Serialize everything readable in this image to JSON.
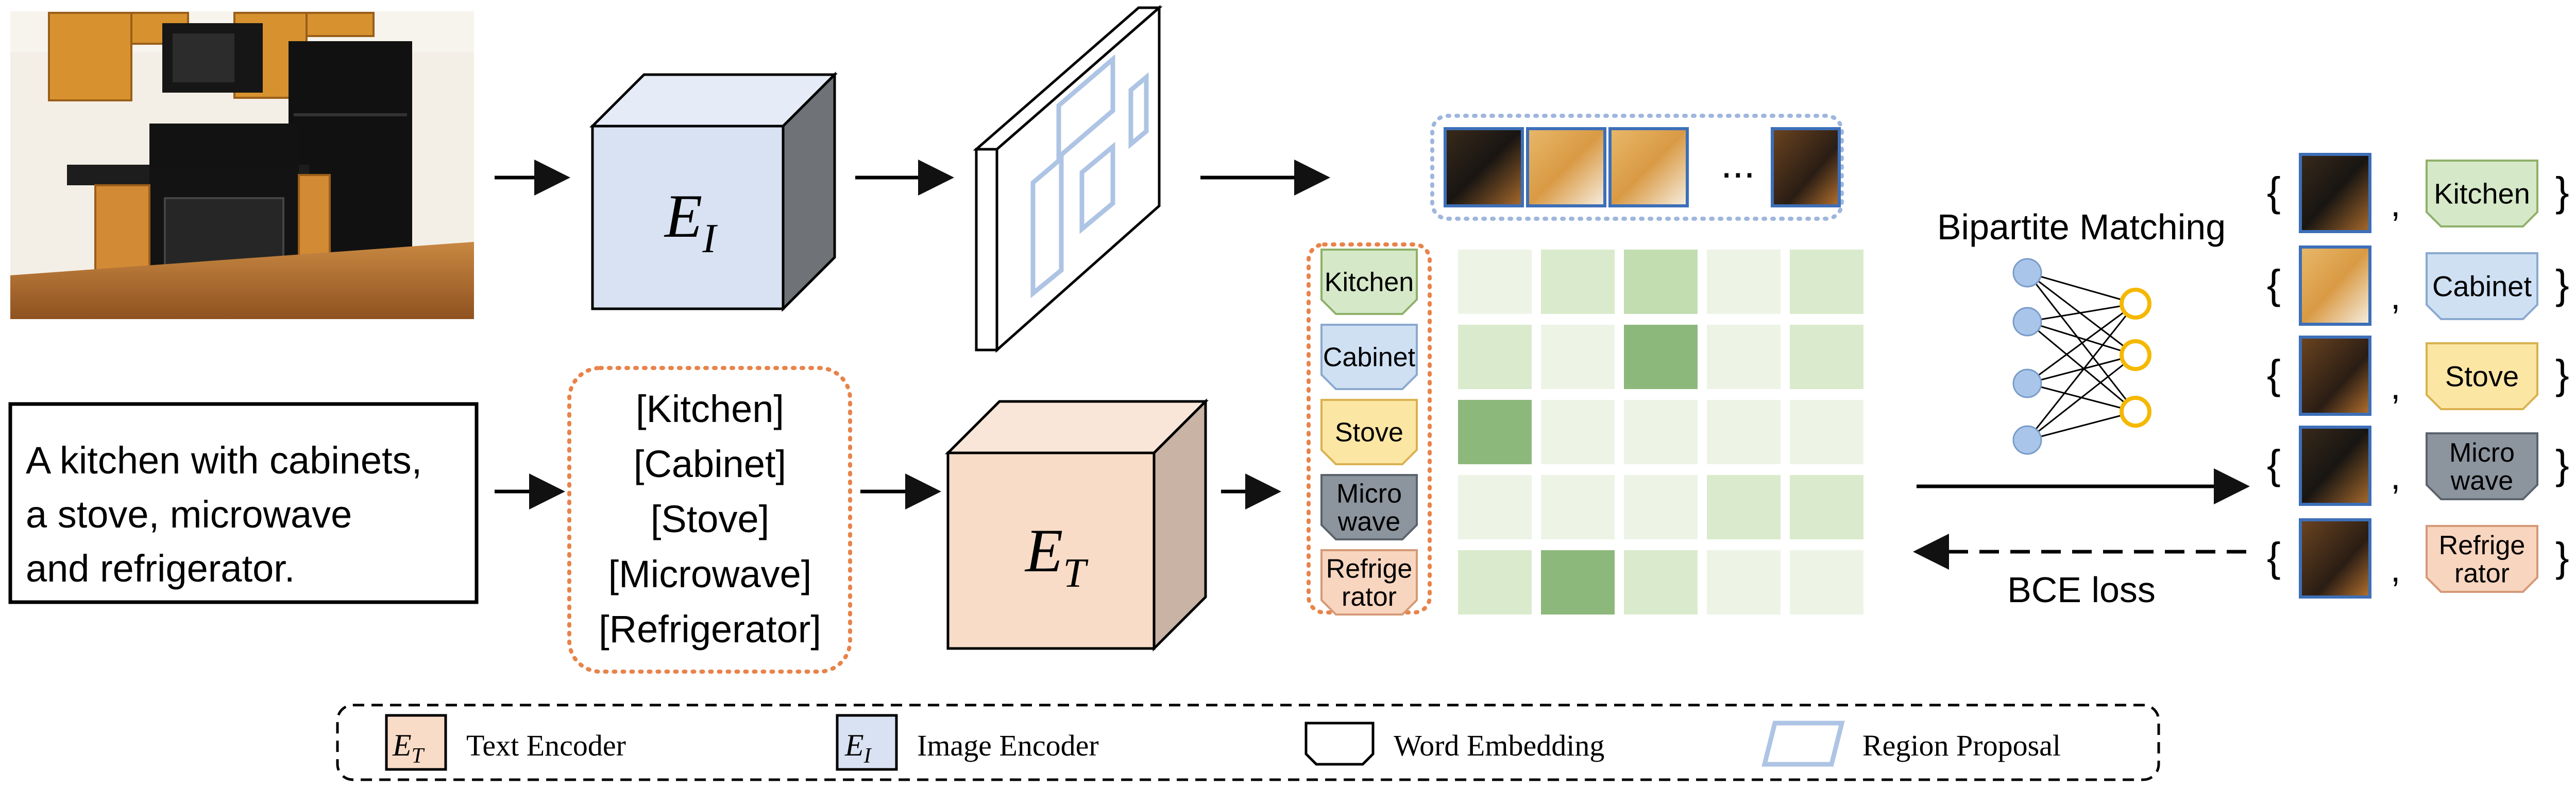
{
  "inputs": {
    "caption_lines": [
      "A kitchen with cabinets,",
      "a stove, microwave",
      "and refrigerator."
    ],
    "tag_list": [
      "[Kitchen]",
      "[Cabinet]",
      "[Stove]",
      "[Microwave]",
      "[Refrigerator]"
    ]
  },
  "encoders": {
    "image": {
      "letter": "E",
      "subscript": "I"
    },
    "text": {
      "letter": "E",
      "subscript": "T"
    }
  },
  "region_strip_ellipsis": "...",
  "tags": [
    {
      "lines": [
        "Kitchen"
      ],
      "color": "#d5e8c8",
      "stroke": "#8fb06a"
    },
    {
      "lines": [
        "Cabinet"
      ],
      "color": "#cfe0f3",
      "stroke": "#8aa9cf"
    },
    {
      "lines": [
        "Stove"
      ],
      "color": "#fce6a4",
      "stroke": "#d9b14e"
    },
    {
      "lines": [
        "Micro",
        "wave"
      ],
      "color": "#8c949e",
      "stroke": "#5b636c"
    },
    {
      "lines": [
        "Refrige",
        "rator"
      ],
      "color": "#f8d5bf",
      "stroke": "#d49a77"
    }
  ],
  "similarity_matrix": [
    [
      1,
      2,
      3,
      1,
      2
    ],
    [
      2,
      1,
      4,
      1,
      2
    ],
    [
      4,
      1,
      1,
      1,
      1
    ],
    [
      1,
      1,
      1,
      2,
      2
    ],
    [
      2,
      4,
      2,
      1,
      1
    ]
  ],
  "matrix_palette": [
    "#ffffff",
    "#edf4e6",
    "#d9ebcc",
    "#c2deb0",
    "#8db87b"
  ],
  "matching": {
    "title": "Bipartite Matching",
    "loss_label": "BCE loss",
    "left_node_color": "#a9c6ea",
    "right_node_color": "#f5b800"
  },
  "pairs": [
    {
      "tag": 0,
      "sep": ","
    },
    {
      "tag": 1,
      "sep": ","
    },
    {
      "tag": 2,
      "sep": ","
    },
    {
      "tag": 3,
      "sep": ","
    },
    {
      "tag": 4,
      "sep": ","
    }
  ],
  "brace_open": "{",
  "brace_close": "}",
  "legend": {
    "text_encoder": "Text Encoder",
    "image_encoder": "Image Encoder",
    "word_embedding": "Word Embedding",
    "region_proposal": "Region Proposal"
  },
  "colors": {
    "text_encoder": "#f8dcc8",
    "image_encoder": "#d9e2f2",
    "tag_dash": "#e8834a",
    "region_dash": "#9fb6dd",
    "proposal_box": "#aec4e4"
  }
}
